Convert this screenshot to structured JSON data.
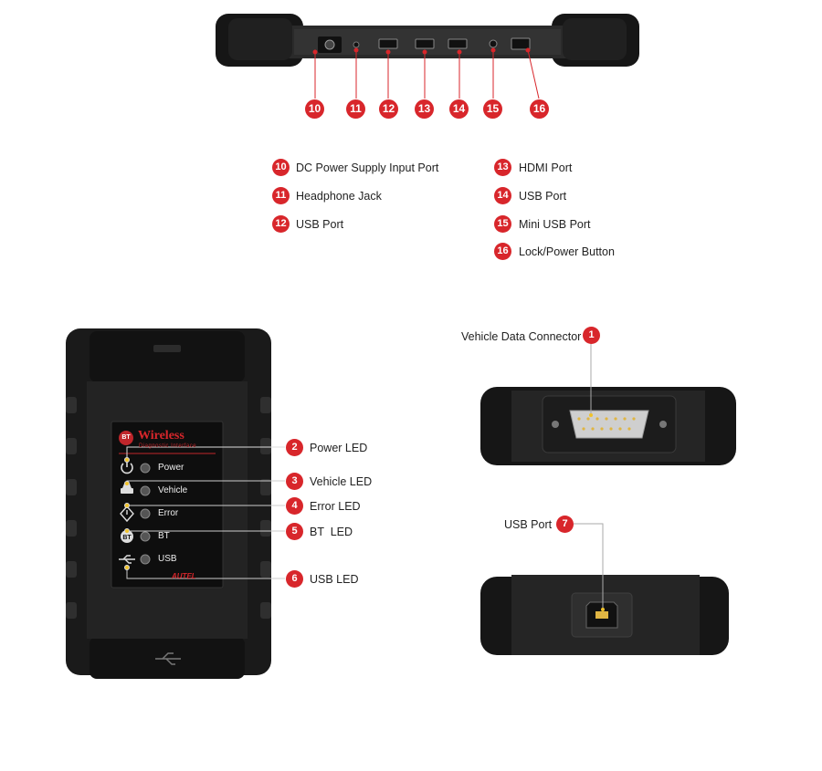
{
  "top_ports": [
    {
      "num": "10",
      "label": "DC Power Supply Input Port"
    },
    {
      "num": "11",
      "label": "Headphone Jack"
    },
    {
      "num": "12",
      "label": "USB Port"
    },
    {
      "num": "13",
      "label": "HDMI Port"
    },
    {
      "num": "14",
      "label": "USB Port"
    },
    {
      "num": "15",
      "label": "Mini USB Port"
    },
    {
      "num": "16",
      "label": "Lock/Power Button"
    }
  ],
  "vci": {
    "brand_text": "Wireless",
    "sub_text": "Diagnostic Interface",
    "bt_tag": "BT",
    "logo": "AUTEL",
    "leds": [
      {
        "num": "2",
        "panel_label": "Power",
        "callout": "Power LED",
        "icon": "power-icon"
      },
      {
        "num": "3",
        "panel_label": "Vehicle",
        "callout": "Vehicle LED",
        "icon": "car-icon"
      },
      {
        "num": "4",
        "panel_label": "Error",
        "callout": "Error LED",
        "icon": "warning-icon"
      },
      {
        "num": "5",
        "panel_label": "BT",
        "callout": "BT  LED",
        "icon": "bluetooth-icon"
      },
      {
        "num": "6",
        "panel_label": "USB",
        "callout": "USB LED",
        "icon": "usb-icon"
      }
    ]
  },
  "connectors": [
    {
      "num": "1",
      "label": "Vehicle Data Connector"
    },
    {
      "num": "7",
      "label": "USB Port"
    }
  ],
  "colors": {
    "accent": "#d8262b",
    "device": "#1c1c1c",
    "line": "#888888"
  }
}
